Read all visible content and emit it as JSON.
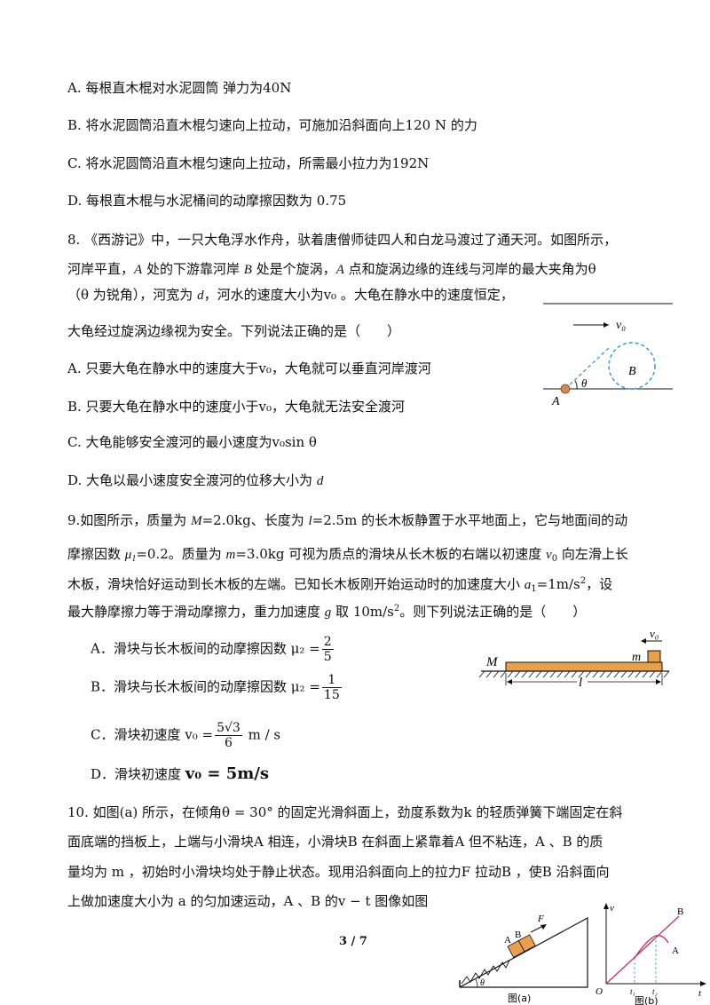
{
  "q7": {
    "a": "A. 每根直木棍对水泥圆筒 弹力为40N",
    "b": "B. 将水泥圆筒沿直木棍匀速向上拉动，可施加沿斜面向上120 N 的力",
    "c": "C. 将水泥圆筒沿直木棍匀速向上拉动，所需最小拉力为192N",
    "d": "D. 每根直木棍与水泥桶间的动摩擦因数为 0.75"
  },
  "q8": {
    "l1": "8. 《西游记》中，一只大龟浮水作舟，驮着唐僧师徒四人和白龙马渡过了通天河。如图所示，",
    "l2a": "河岸平直，",
    "l2b": "A",
    "l2c": " 处的下游靠河岸 ",
    "l2d": "B",
    "l2e": " 处是个旋涡，",
    "l2f": "A",
    "l2g": " 点和旋涡边缘的连线与河岸的最大夹角为θ",
    "l3a": "（θ 为锐角），河宽为 ",
    "l3b": "d",
    "l3c": "，河水的速度大小为v₀ 。大龟在静水中的速度恒定，",
    "l4": "大龟经过旋涡边缘视为安全。下列说法正确的是（　　）",
    "a": "A. 只要大龟在静水中的速度大于v₀，大龟就可以垂直河岸渡河",
    "b": "B. 只要大龟在静水中的速度小于v₀，大龟就无法安全渡河",
    "c": "C. 大龟能够安全渡河的最小速度为v₀sin θ",
    "d1": "D. 大龟以最小速度安全渡河的位移大小为 ",
    "d2": "d",
    "fig": {
      "v0": "v₀",
      "theta": "θ",
      "A": "A",
      "B": "B"
    }
  },
  "q9": {
    "l1a": "9.如图所示，质量为 ",
    "l1b": "M",
    "l1c": "=2.0kg、长度为 ",
    "l1d": "l",
    "l1e": "=2.5m 的长木板静置于水平地面上，它与地面间的动",
    "l2a": "摩擦因数 ",
    "l2b": "μ",
    "l2c": "1",
    "l2d": "=0.2。质量为 ",
    "l2e": "m",
    "l2f": "=3.0kg 可视为质点的滑块从长木板的右端以初速度 ",
    "l2g": "v",
    "l2h": "0",
    "l2i": " 向左滑上长",
    "l3a": "木板，滑块恰好运动到长木板的左端。已知长木板刚开始运动时的加速度大小 ",
    "l3b": "a",
    "l3c": "1",
    "l3d": "=1m/s",
    "l3e": "2",
    "l3f": "，设",
    "l4a": "最大静摩擦力等于滑动摩擦力，重力加速度 ",
    "l4b": "g",
    "l4c": " 取 10m/s",
    "l4d": "2",
    "l4e": "。则下列说法正确的是（　　）",
    "a": "A．滑块与长木板间的动摩擦因数 μ₂ =",
    "a_num": "2",
    "a_den": "5",
    "b": "B．滑块与长木板间的动摩擦因数 μ₂ =",
    "b_num": "1",
    "b_den": "15",
    "c": "C．滑块初速度 v₀ =",
    "c_num": "5√3",
    "c_den": "6",
    "c_unit": " m / s",
    "d": "D．滑块初速度 ",
    "d_val": "v₀ = 5m/s",
    "fig": {
      "M": "M",
      "m": "m",
      "l": "l",
      "v0": "v₀"
    }
  },
  "q10": {
    "l1": "10. 如图(a) 所示，在倾角θ = 30° 的固定光滑斜面上，劲度系数为k 的轻质弹簧下端固定在斜",
    "l2": "面底端的挡板上，上端与小滑块A 相连，小滑块B 在斜面上紧靠着A 但不粘连，A 、B 的质",
    "l3": "量均为 m ，初始时小滑块均处于静止状态。现用沿斜面向上的拉力F 拉动B ，使B 沿斜面向",
    "l4": "上做加速度大小为 a 的匀加速运动，A 、B 的v − t 图像如图",
    "figa": {
      "A": "A",
      "B": "B",
      "F": "F",
      "theta": "θ",
      "caption": "图(a)"
    },
    "figb": {
      "v": "v",
      "t": "t",
      "O": "O",
      "t1": "t₁",
      "t2": "t₂",
      "A": "A",
      "B": "B",
      "caption": "图(b)"
    }
  },
  "footer": {
    "page": "3 / 7"
  }
}
